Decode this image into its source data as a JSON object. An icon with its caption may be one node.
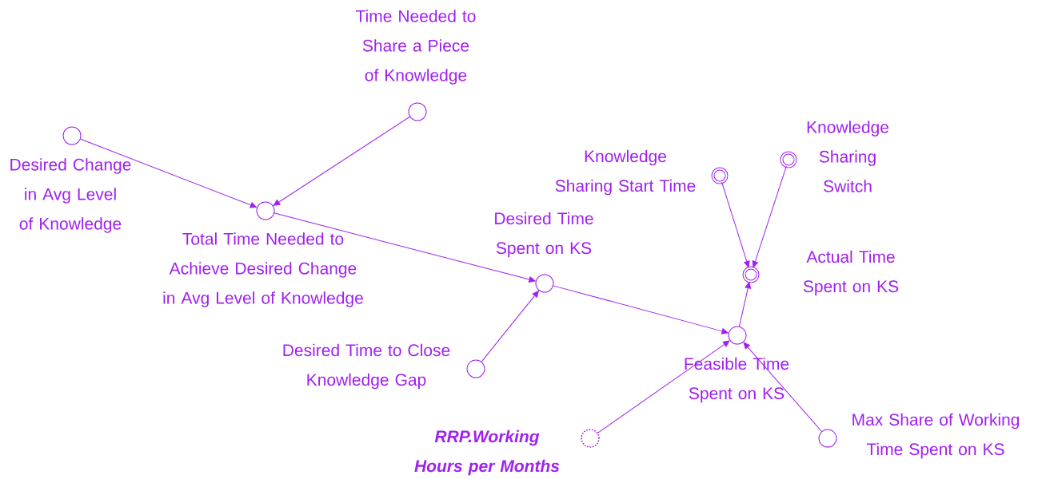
{
  "diagram": {
    "nodes": [
      {
        "text": [
          "Time Needed to Share a Piece of Knowledge"
        ]
      },
      {
        "text": [
          "Desired Change in Avg Level of Knowledge"
        ]
      },
      {
        "text": [
          "Knowledge Sharing Switch"
        ]
      },
      {
        "text": [
          "Knowledge Sharing Start Time"
        ]
      },
      {
        "text": [
          "Total Time Needed to Achieve Desired Change in Avg Level of Knowledge"
        ]
      },
      {
        "text": [
          "Desired Time Spent on KS"
        ]
      },
      {
        "text": [
          "Actual Time Spent on KS"
        ]
      },
      {
        "text": [
          "Desired Time to Close Knowledge Gap"
        ]
      },
      {
        "text": [
          "Feasible Time Spent on KS"
        ]
      },
      {
        "text": [
          "RRP.Working Hours per Months"
        ]
      },
      {
        "text": [
          "Max Share of Working Time Spent on KS"
        ]
      }
    ],
    "edges": [
      {
        "from": 0,
        "to": 4,
        "arrow": "to"
      },
      {
        "from": 1,
        "to": 4,
        "arrow": "to"
      },
      {
        "from": 4,
        "to": 5,
        "arrow": "to"
      },
      {
        "from": 5,
        "to": 8,
        "arrow": "to"
      },
      {
        "from": 7,
        "to": 5,
        "arrow": "to"
      },
      {
        "from": 9,
        "to": 8,
        "arrow": "to"
      },
      {
        "from": 10,
        "to": 8,
        "arrow": "to"
      },
      {
        "from": 8,
        "to": 6,
        "arrow": "to"
      },
      {
        "from": 3,
        "to": 6,
        "arrow": "to"
      },
      {
        "from": 2,
        "to": 6,
        "arrow": "to"
      }
    ]
  }
}
